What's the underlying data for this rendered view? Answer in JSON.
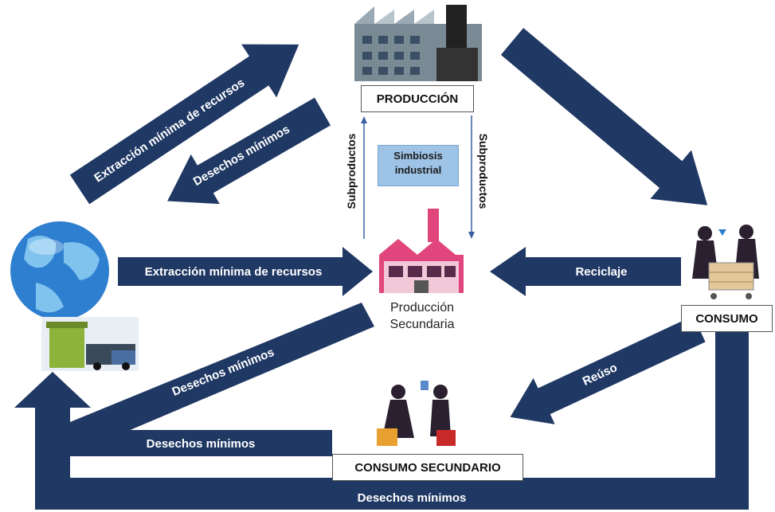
{
  "nodes": {
    "produccion": "PRODUCCIÓN",
    "produccion_secundaria_line1": "Producción",
    "produccion_secundaria_line2": "Secundaria",
    "simbiosis_line1": "Simbiosis",
    "simbiosis_line2": "industrial",
    "consumo": "CONSUMO",
    "consumo_secundario": "CONSUMO SECUNDARIO"
  },
  "arrows": {
    "extraccion_diagonal": "Extracción mínima de recursos",
    "desechos_diagonal_top": "Desechos mínimos",
    "extraccion_horizontal": "Extracción mínima de recursos",
    "reciclaje": "Reciclaje",
    "reuso": "Reúso",
    "desechos_from_secundaria": "Desechos mínimos",
    "desechos_from_consumo_secundario": "Desechos mínimos",
    "desechos_bottom": "Desechos mínimos",
    "subproductos_left": "Subproductos",
    "subproductos_right": "Subproductos"
  },
  "colors": {
    "arrow": "#1f3864",
    "simbiosis_box": "#9dc3e6",
    "factory_pink": "#e0457b"
  },
  "icons": [
    "main-factory-icon",
    "secondary-factory-icon",
    "globe-icon",
    "trash-truck-icon",
    "shoppers-cart-icon",
    "shoppers-bags-icon"
  ]
}
